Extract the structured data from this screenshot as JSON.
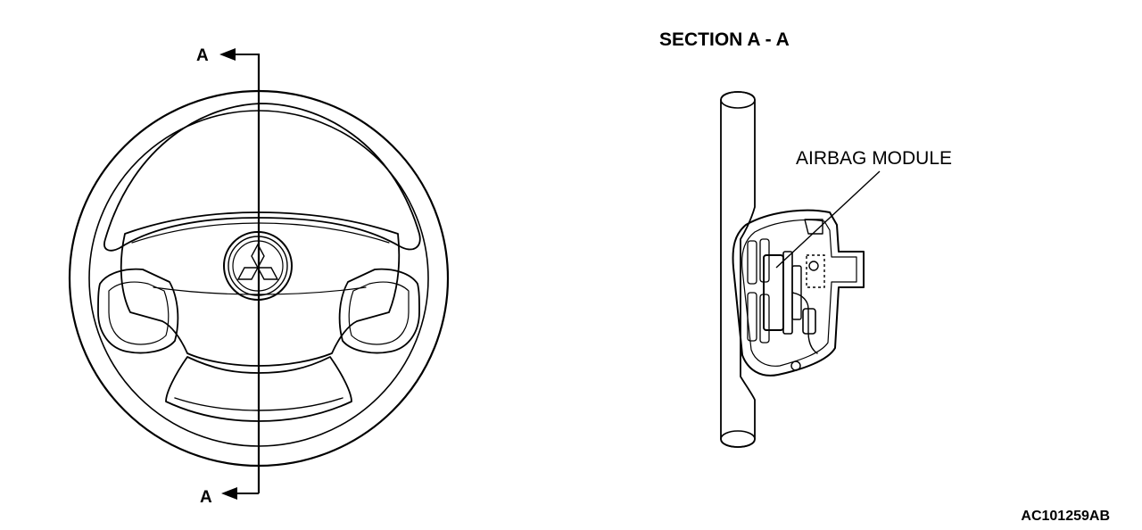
{
  "section_marker_top": "A",
  "section_marker_bottom": "A",
  "section_title": "SECTION A - A",
  "callout_label": "AIRBAG MODULE",
  "figure_code": "AC101259AB"
}
